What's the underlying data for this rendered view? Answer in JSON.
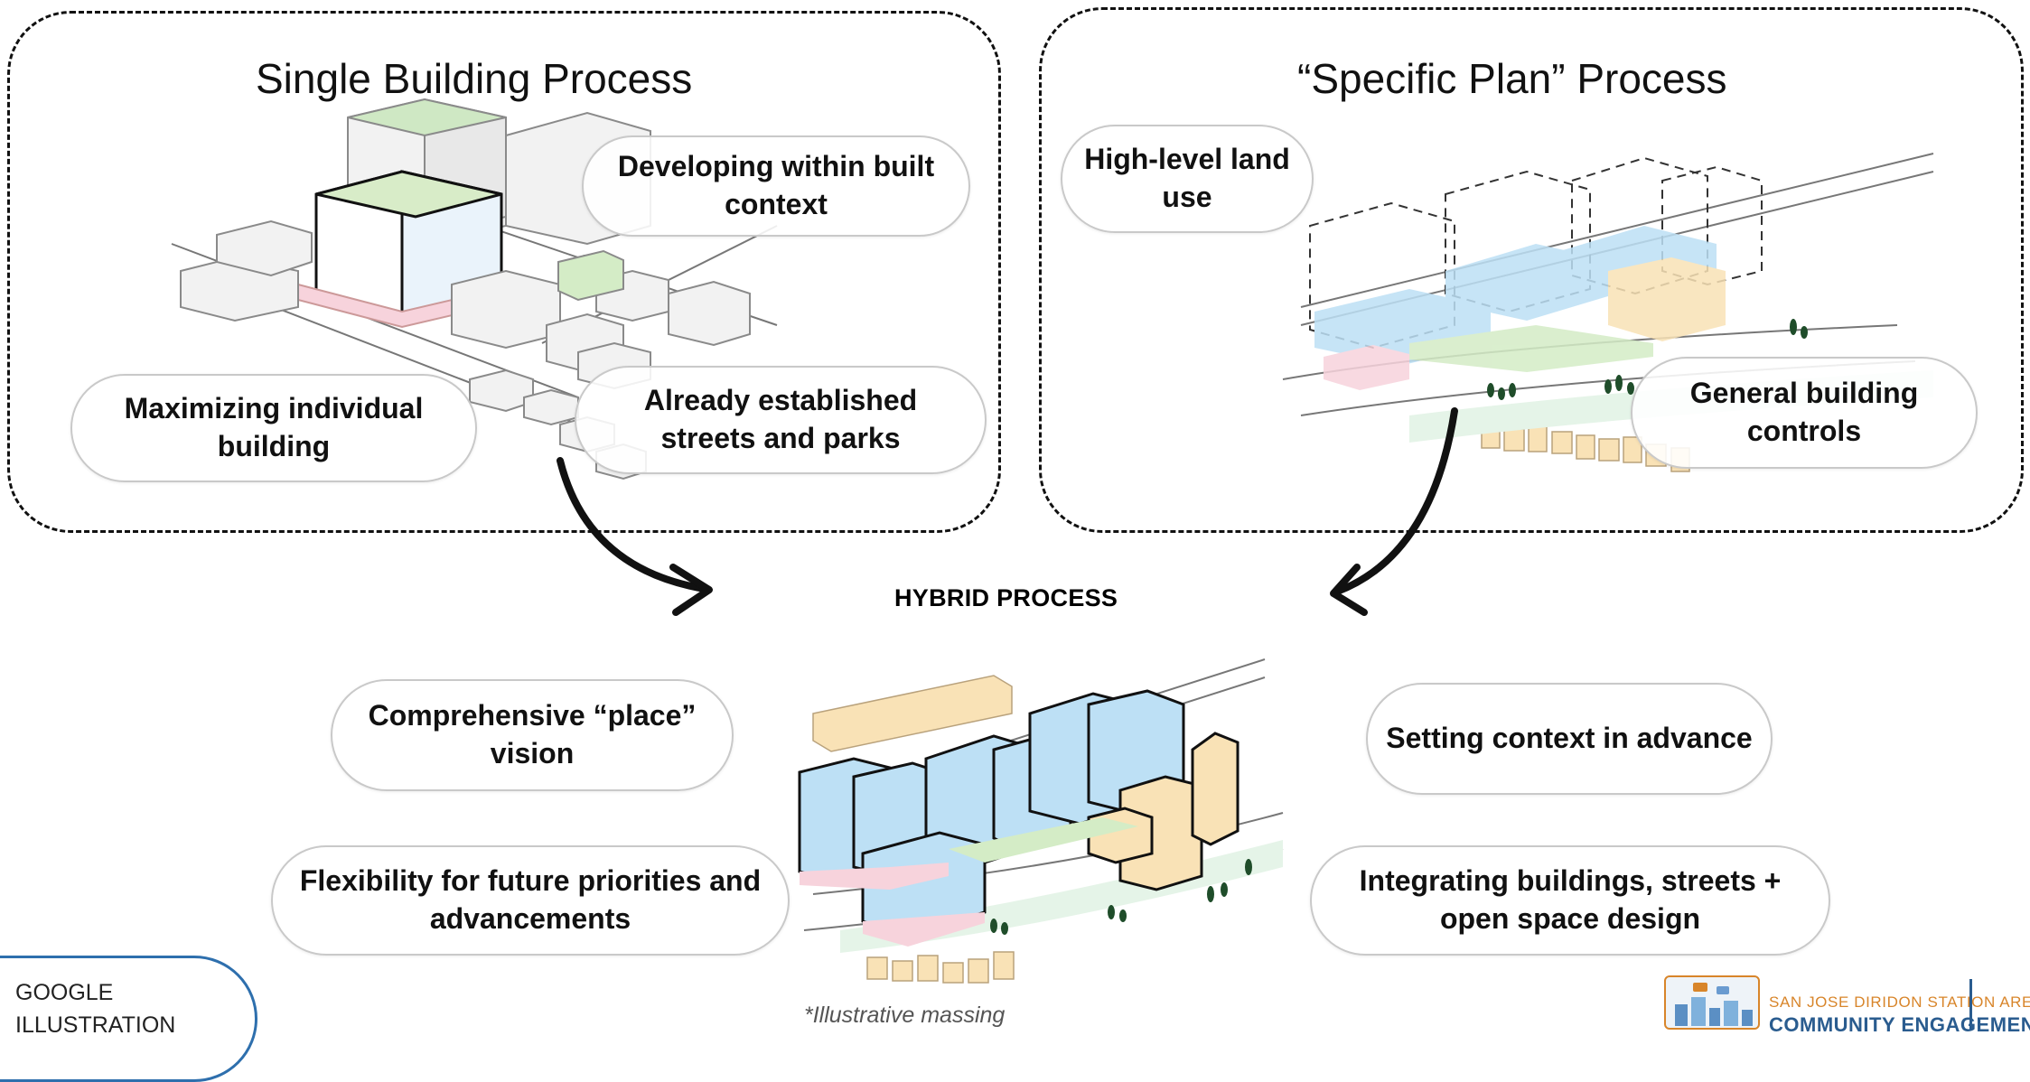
{
  "groups": {
    "single": {
      "title": "Single Building Process",
      "labels": {
        "developing": "Developing within built context",
        "maximizing": "Maximizing individual building",
        "established": "Already established streets and parks"
      }
    },
    "specific": {
      "title": "“Specific Plan” Process",
      "labels": {
        "highlevel": "High-level land use",
        "general": "General building controls"
      }
    }
  },
  "hybrid": {
    "title": "HYBRID PROCESS",
    "labels": {
      "comprehensive": "Comprehensive “place” vision",
      "flexibility": "Flexibility for future priorities and advancements",
      "setting": "Setting context in advance",
      "integrating": "Integrating buildings, streets + open space design"
    }
  },
  "footnote": "*Illustrative massing",
  "corner_tag": {
    "line1": "GOOGLE",
    "line2": "ILLUSTRATION"
  },
  "logo": {
    "line1": "SAN JOSE DIRIDON STATION AREA",
    "line2": "COMMUNITY ENGAGEMENT"
  },
  "colors": {
    "tower_blue": "#bde0f5",
    "tower_orange": "#f9e2b6",
    "podium_pink": "#f7d3dc",
    "park_green": "#d4ecc6",
    "tag_border": "#2e6fad",
    "logo_orange": "#d8852a",
    "logo_blue": "#2a5c8f"
  }
}
